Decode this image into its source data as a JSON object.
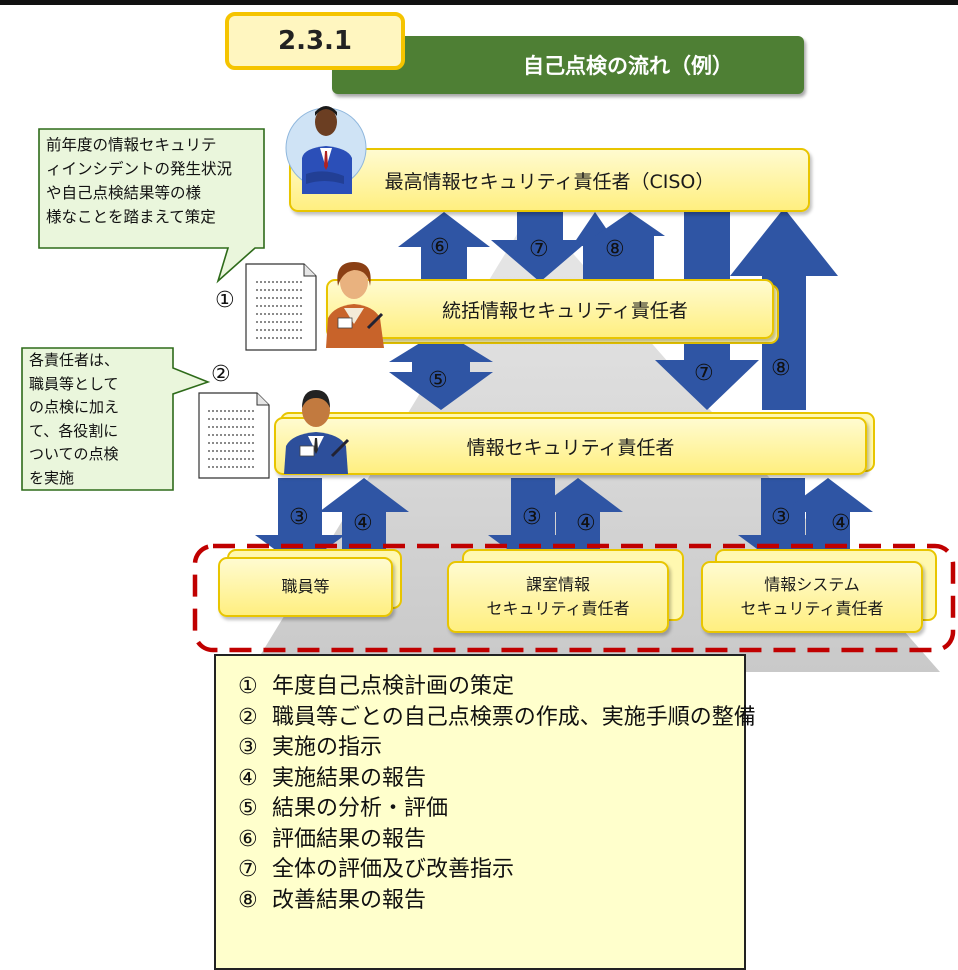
{
  "section_number": "2.3.1",
  "title": "自己点検の流れ（例）",
  "roles": {
    "ciso": "最高情報セキュリティ責任者（CISO）",
    "general": "統括情報セキュリティ責任者",
    "security": "情報セキュリティ責任者",
    "staff": "職員等",
    "section_line1": "課室情報",
    "section_line2": "セキュリティ責任者",
    "system_line1": "情報システム",
    "system_line2": "セキュリティ責任者"
  },
  "callouts": {
    "top": [
      "前年度の情報セキュリテ",
      "ィインシデントの発生状況",
      "や自己点検結果等の様",
      "様なことを踏まえて策定"
    ],
    "side": [
      "各責任者は、",
      "職員等として",
      "の点検に加え",
      "て、各役割に",
      "ついての点検",
      "を実施"
    ]
  },
  "step_markers": {
    "s1": "①",
    "s2": "②",
    "s3": "③",
    "s4": "④",
    "s5": "⑤",
    "s6": "⑥",
    "s7": "⑦",
    "s8": "⑧"
  },
  "legend": [
    {
      "num": "①",
      "text": "年度自己点検計画の策定"
    },
    {
      "num": "②",
      "text": "職員等ごとの自己点検票の作成、実施手順の整備"
    },
    {
      "num": "③",
      "text": "実施の指示"
    },
    {
      "num": "④",
      "text": "実施結果の報告"
    },
    {
      "num": "⑤",
      "text": "結果の分析・評価"
    },
    {
      "num": "⑥",
      "text": "評価結果の報告"
    },
    {
      "num": "⑦",
      "text": "全体の評価及び改善指示"
    },
    {
      "num": "⑧",
      "text": "改善結果の報告"
    }
  ],
  "colors": {
    "arrow": "#2f55a4",
    "box_border": "#e8c500",
    "title_bg": "#4e7f34",
    "callout_bg": "#eaf6dc",
    "callout_border": "#2e6b1a",
    "dashed_border": "#c00000",
    "legend_bg": "#ffffcc"
  },
  "icons": [
    "executive-person-icon",
    "document-icon",
    "female-manager-icon",
    "male-manager-icon"
  ]
}
